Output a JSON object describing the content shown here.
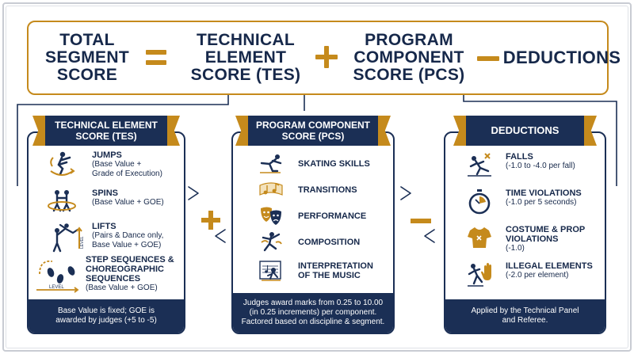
{
  "equation": {
    "total": "TOTAL\nSEGMENT\nSCORE",
    "tes": "TECHNICAL\nELEMENT\nSCORE (TES)",
    "pcs": "PROGRAM\nCOMPONENT\nSCORE (PCS)",
    "deductions": "DEDUCTIONS"
  },
  "tes": {
    "title": "TECHNICAL ELEMENT\nSCORE (TES)",
    "items": [
      {
        "title": "JUMPS",
        "sub": "(Base Value +\nGrade of Execution)",
        "icon": "jump-icon"
      },
      {
        "title": "SPINS",
        "sub": "(Base Value + GOE)",
        "icon": "spin-icon"
      },
      {
        "title": "LIFTS",
        "sub": "(Pairs & Dance only,\nBase Value + GOE)",
        "icon": "lift-icon",
        "icon_label": "LEVEL"
      },
      {
        "title": "STEP SEQUENCES &\nCHOREOGRAPHIC\nSEQUENCES",
        "sub": "(Base Value + GOE)",
        "icon": "footsteps-icon",
        "icon_label": "LEVEL"
      }
    ],
    "footer": "Base Value is fixed; GOE is\nawarded by judges (+5 to -5)"
  },
  "pcs": {
    "title": "PROGRAM COMPONENT\nSCORE (PCS)",
    "items": [
      {
        "label": "SKATING SKILLS",
        "icon": "skater-icon"
      },
      {
        "label": "TRANSITIONS",
        "icon": "music-notes-icon"
      },
      {
        "label": "PERFORMANCE",
        "icon": "theater-masks-icon"
      },
      {
        "label": "COMPOSITION",
        "icon": "dancer-icon"
      },
      {
        "label": "INTERPRETATION\nOF THE MUSIC",
        "icon": "sheet-music-icon"
      }
    ],
    "footer": "Judges award marks from 0.25 to 10.00\n(in 0.25 increments) per component.\nFactored based on discipline & segment."
  },
  "deductions": {
    "title": "DEDUCTIONS",
    "items": [
      {
        "title": "FALLS",
        "sub": "(-1.0 to -4.0 per fall)",
        "icon": "fall-icon"
      },
      {
        "title": "TIME VIOLATIONS",
        "sub": "(-1.0 per 5 seconds)",
        "icon": "stopwatch-icon"
      },
      {
        "title": "COSTUME & PROP\nVIOLATIONS",
        "sub": "(-1.0)",
        "icon": "costume-icon"
      },
      {
        "title": "ILLEGAL ELEMENTS",
        "sub": "(-2.0 per element)",
        "icon": "illegal-hand-icon"
      }
    ],
    "footer": "Applied by the Technical Panel\nand Referee."
  },
  "colors": {
    "navy": "#1b2f55",
    "gold": "#c58a1c",
    "white": "#ffffff"
  }
}
